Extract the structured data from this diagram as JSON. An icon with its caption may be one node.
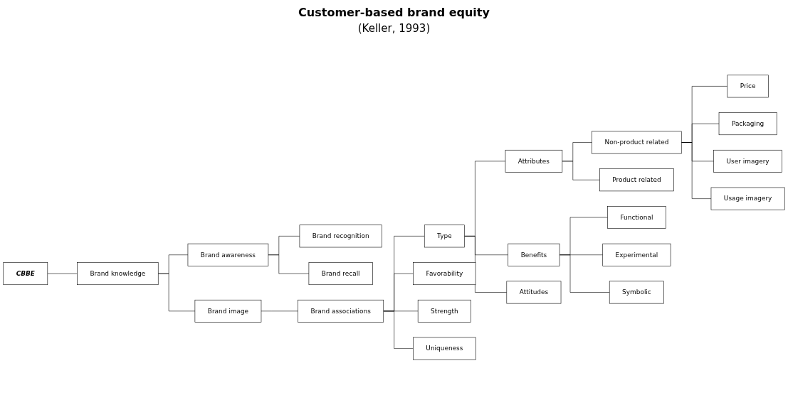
{
  "diagram": {
    "title": "Customer-based brand equity",
    "labels": [
      "(Keller, 1993)"
    ],
    "nodes": [
      {
        "text": [
          "CBBE"
        ]
      },
      {
        "text": [
          "Brand knowledge"
        ]
      },
      {
        "text": [
          "Brand awareness"
        ]
      },
      {
        "text": [
          "Brand recognition"
        ]
      },
      {
        "text": [
          "Brand recall"
        ]
      },
      {
        "text": [
          "Brand image"
        ]
      },
      {
        "text": [
          "Brand associations"
        ]
      },
      {
        "text": [
          "Type"
        ]
      },
      {
        "text": [
          "Favorability"
        ]
      },
      {
        "text": [
          "Strength"
        ]
      },
      {
        "text": [
          "Uniqueness"
        ]
      },
      {
        "text": [
          "Attributes"
        ]
      },
      {
        "text": [
          "Benefits"
        ]
      },
      {
        "text": [
          "Attitudes"
        ]
      },
      {
        "text": [
          "Non-product related"
        ]
      },
      {
        "text": [
          "Product related"
        ]
      },
      {
        "text": [
          "Functional"
        ]
      },
      {
        "text": [
          "Experimental"
        ]
      },
      {
        "text": [
          "Symbolic"
        ]
      },
      {
        "text": [
          "Price"
        ]
      },
      {
        "text": [
          "Packaging"
        ]
      },
      {
        "text": [
          "User imagery"
        ]
      },
      {
        "text": [
          "Usage imagery"
        ]
      }
    ],
    "edges": [
      {
        "from": 0,
        "to": 1,
        "arrow": "none"
      },
      {
        "from": 1,
        "to": 2,
        "arrow": "none"
      },
      {
        "from": 1,
        "to": 5,
        "arrow": "none"
      },
      {
        "from": 2,
        "to": 3,
        "arrow": "none"
      },
      {
        "from": 2,
        "to": 4,
        "arrow": "none"
      },
      {
        "from": 5,
        "to": 6,
        "arrow": "none"
      },
      {
        "from": 6,
        "to": 7,
        "arrow": "none"
      },
      {
        "from": 6,
        "to": 8,
        "arrow": "none"
      },
      {
        "from": 6,
        "to": 9,
        "arrow": "none"
      },
      {
        "from": 6,
        "to": 10,
        "arrow": "none"
      },
      {
        "from": 7,
        "to": 11,
        "arrow": "none"
      },
      {
        "from": 7,
        "to": 12,
        "arrow": "none"
      },
      {
        "from": 7,
        "to": 13,
        "arrow": "none"
      },
      {
        "from": 11,
        "to": 14,
        "arrow": "none"
      },
      {
        "from": 11,
        "to": 15,
        "arrow": "none"
      },
      {
        "from": 12,
        "to": 16,
        "arrow": "none"
      },
      {
        "from": 12,
        "to": 17,
        "arrow": "none"
      },
      {
        "from": 12,
        "to": 18,
        "arrow": "none"
      },
      {
        "from": 14,
        "to": 19,
        "arrow": "none"
      },
      {
        "from": 14,
        "to": 20,
        "arrow": "none"
      },
      {
        "from": 14,
        "to": 21,
        "arrow": "none"
      },
      {
        "from": 14,
        "to": 22,
        "arrow": "none"
      }
    ]
  }
}
